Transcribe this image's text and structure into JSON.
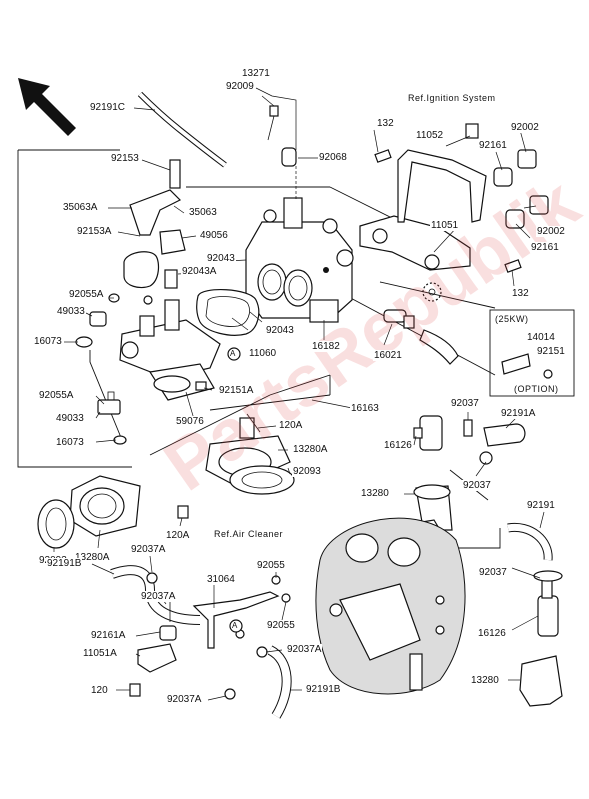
{
  "diagram": {
    "watermark": "PartsRepublik",
    "refs": {
      "ignition": "Ref.Ignition System",
      "air_cleaner": "Ref.Air Cleaner"
    },
    "option_box": {
      "header": "(25KW)",
      "footer": "(OPTION)",
      "parts": [
        "14014",
        "92151"
      ]
    },
    "callout_letter": "A",
    "parts": {
      "p13271": "13271",
      "p92009": "92009",
      "p92191C": "92191C",
      "p92068": "92068",
      "p132a": "132",
      "p11052": "11052",
      "p92002a": "92002",
      "p92161a": "92161",
      "p92153": "92153",
      "p35063A": "35063A",
      "p35063": "35063",
      "p92153A": "92153A",
      "p49056": "49056",
      "p92043": "92043",
      "p92043A": "92043A",
      "p92055A_a": "92055A",
      "p49033_a": "49033",
      "p16073_a": "16073",
      "p11051": "11051",
      "p92002b": "92002",
      "p92161b": "92161",
      "p132b": "132",
      "p92043b": "92043",
      "p11060": "11060",
      "p16182": "16182",
      "p16021": "16021",
      "p92151A": "92151A",
      "p16163": "16163",
      "p92055A_b": "92055A",
      "p49033_b": "49033",
      "p16073_b": "16073",
      "p59076": "59076",
      "p120A_a": "120A",
      "p13280A_a": "13280A",
      "p92093_a": "92093",
      "p92037_a": "92037",
      "p92191A": "92191A",
      "p16126_a": "16126",
      "p92037_b": "92037",
      "p13280_a": "13280",
      "p120A_b": "120A",
      "p92093_b": "92093",
      "p13280A_b": "13280A",
      "p92037A_a": "92037A",
      "p92191B_a": "92191B",
      "p92037A_b": "92037A",
      "p31064": "31064",
      "p92055_a": "92055",
      "p92055_b": "92055",
      "p92191": "92191",
      "p92037_c": "92037",
      "p16126_b": "16126",
      "p92161A": "92161A",
      "p11051A": "11051A",
      "p92037A_c": "92037A",
      "p120": "120",
      "p92037A_d": "92037A",
      "p92191B_b": "92191B",
      "p13280_b": "13280"
    }
  }
}
